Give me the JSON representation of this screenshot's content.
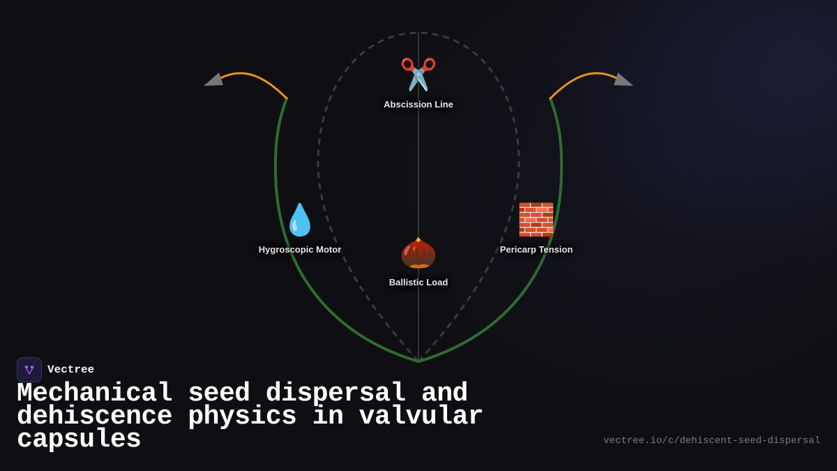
{
  "brand": {
    "name": "Vectree"
  },
  "title": "Mechanical seed dispersal and dehiscence physics in valvular capsules",
  "url": "vectree.io/c/dehiscent-seed-dispersal",
  "nodes": {
    "abscission": {
      "label": "Abscission Line",
      "icon": "scissors-icon",
      "glyph": "✂️"
    },
    "hygroscopic": {
      "label": "Hygroscopic Motor",
      "icon": "water-drop-icon",
      "glyph": "💧"
    },
    "pericarp": {
      "label": "Pericarp Tension",
      "icon": "brick-icon",
      "glyph": "🧱"
    },
    "ballistic": {
      "label": "Ballistic Load",
      "icon": "chestnut-icon",
      "glyph": "🌰"
    }
  },
  "colors": {
    "background": "#0f0f13",
    "valve": "#2e6b33",
    "valve_tip": "#f0931a",
    "dashed_capsule": "#3a3a3e",
    "arrow_head": "#777777",
    "midline": "#4a4a4e",
    "brand_logo": "#8a4fd8"
  }
}
